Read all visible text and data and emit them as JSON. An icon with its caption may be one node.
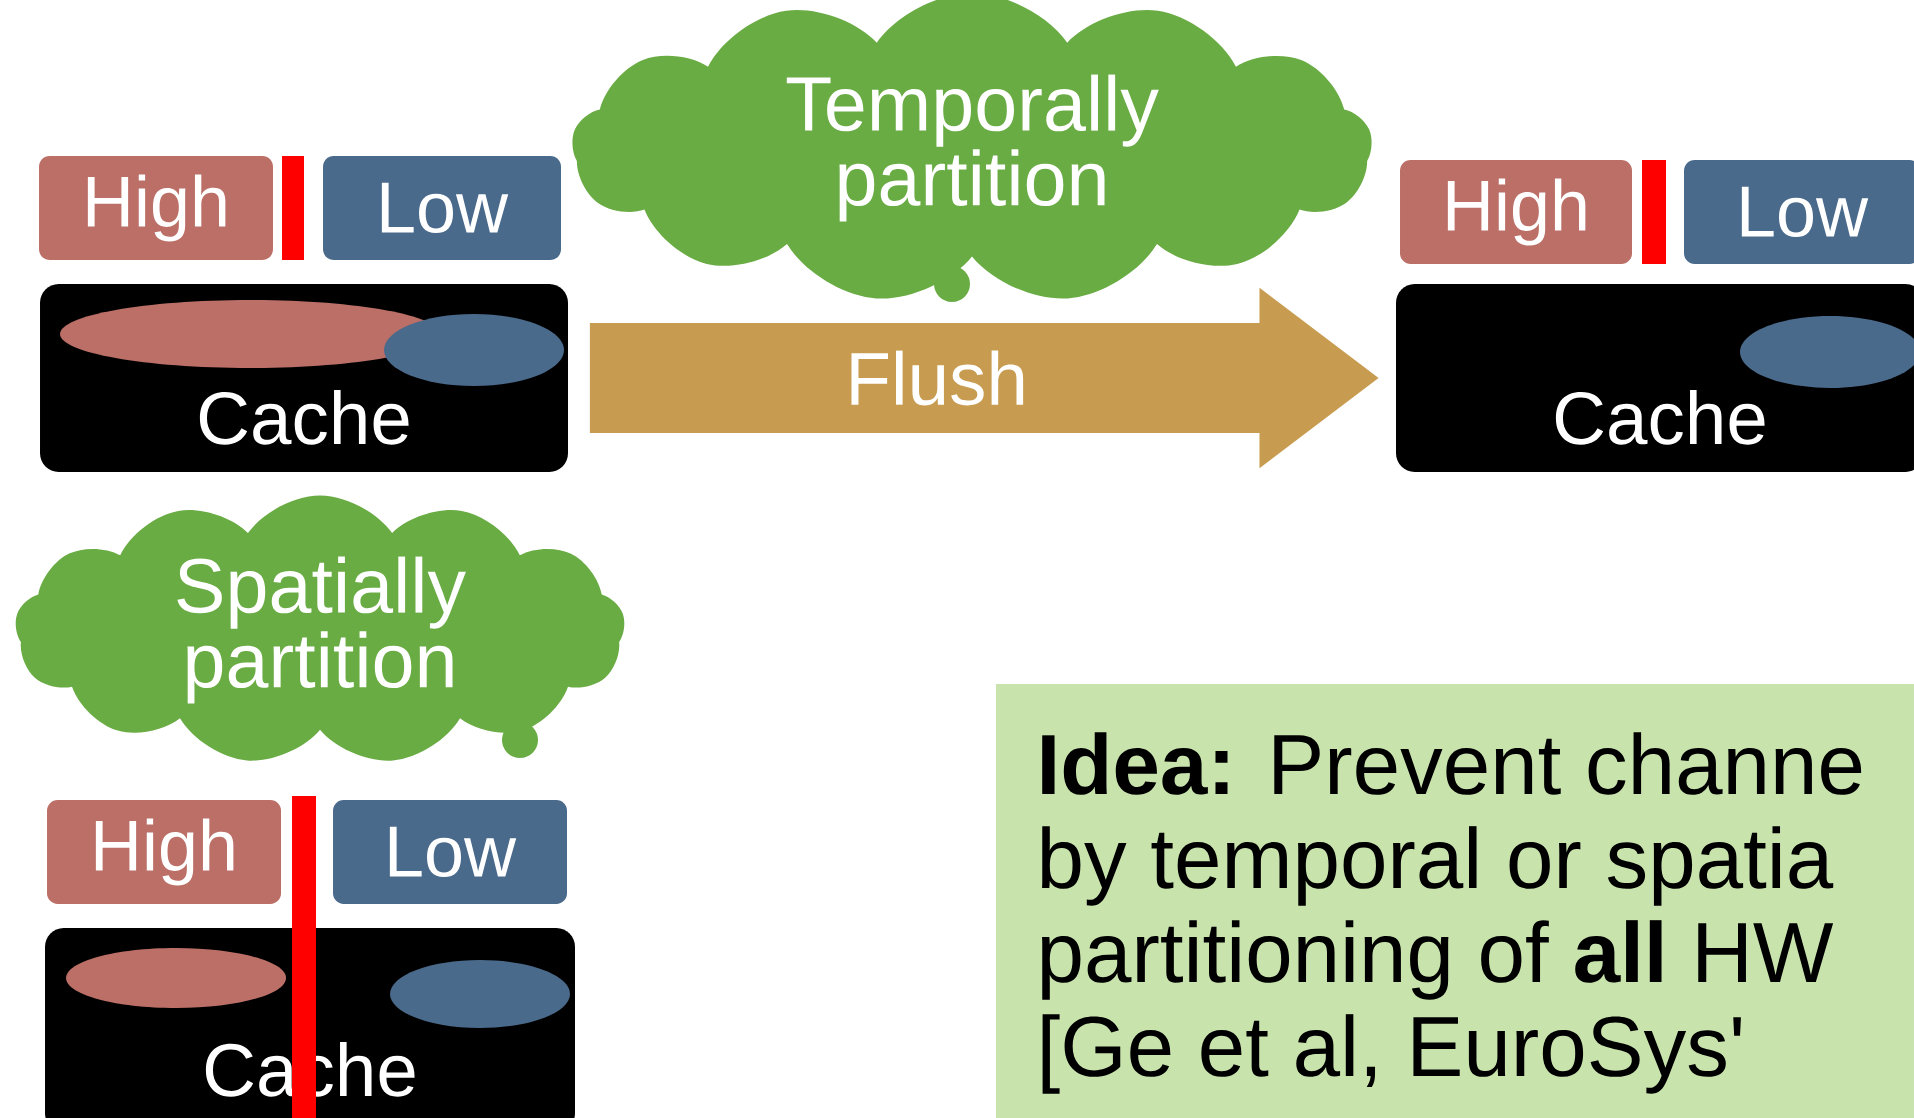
{
  "diagram": {
    "nodes": [
      {
        "text": [
          "High"
        ]
      },
      {
        "text": [
          "Low"
        ]
      },
      {
        "text": [
          "Cache"
        ]
      },
      {
        "text": [
          "Temporally partition"
        ]
      },
      {
        "text": [
          "High"
        ]
      },
      {
        "text": [
          "Low"
        ]
      },
      {
        "text": [
          "Cache"
        ]
      },
      {
        "text": [
          "Spatially partition"
        ]
      },
      {
        "text": [
          "High"
        ]
      },
      {
        "text": [
          "Low"
        ]
      },
      {
        "text": [
          "Cache"
        ]
      },
      {
        "text": [
          "**Idea:** Prevent channe",
          "by temporal or spatia",
          "partitioning of **all** HW",
          "[Ge et al, EuroSys'"
        ]
      }
    ],
    "edges": [
      {
        "from": 2,
        "to": 6,
        "arrow": "to",
        "label": "Flush"
      }
    ]
  }
}
